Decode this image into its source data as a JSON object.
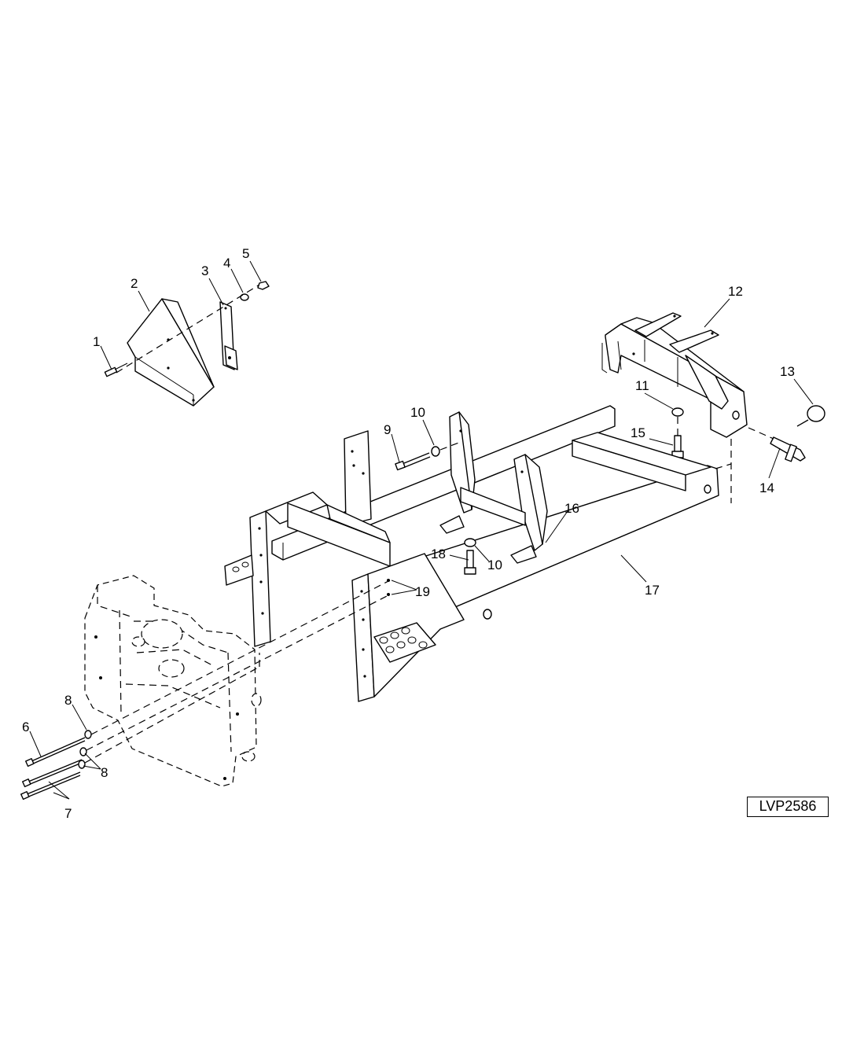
{
  "figure": {
    "reference_code": "LVP2586"
  },
  "callouts": [
    {
      "id": "c1",
      "label": "1"
    },
    {
      "id": "c2",
      "label": "2"
    },
    {
      "id": "c3",
      "label": "3"
    },
    {
      "id": "c4",
      "label": "4"
    },
    {
      "id": "c5",
      "label": "5"
    },
    {
      "id": "c6",
      "label": "6"
    },
    {
      "id": "c7",
      "label": "7"
    },
    {
      "id": "c8a",
      "label": "8"
    },
    {
      "id": "c8b",
      "label": "8"
    },
    {
      "id": "c9",
      "label": "9"
    },
    {
      "id": "c10a",
      "label": "10"
    },
    {
      "id": "c10b",
      "label": "10"
    },
    {
      "id": "c11",
      "label": "11"
    },
    {
      "id": "c12",
      "label": "12"
    },
    {
      "id": "c13",
      "label": "13"
    },
    {
      "id": "c14",
      "label": "14"
    },
    {
      "id": "c15",
      "label": "15"
    },
    {
      "id": "c16",
      "label": "16"
    },
    {
      "id": "c17",
      "label": "17"
    },
    {
      "id": "c18",
      "label": "18"
    },
    {
      "id": "c19",
      "label": "19"
    }
  ]
}
